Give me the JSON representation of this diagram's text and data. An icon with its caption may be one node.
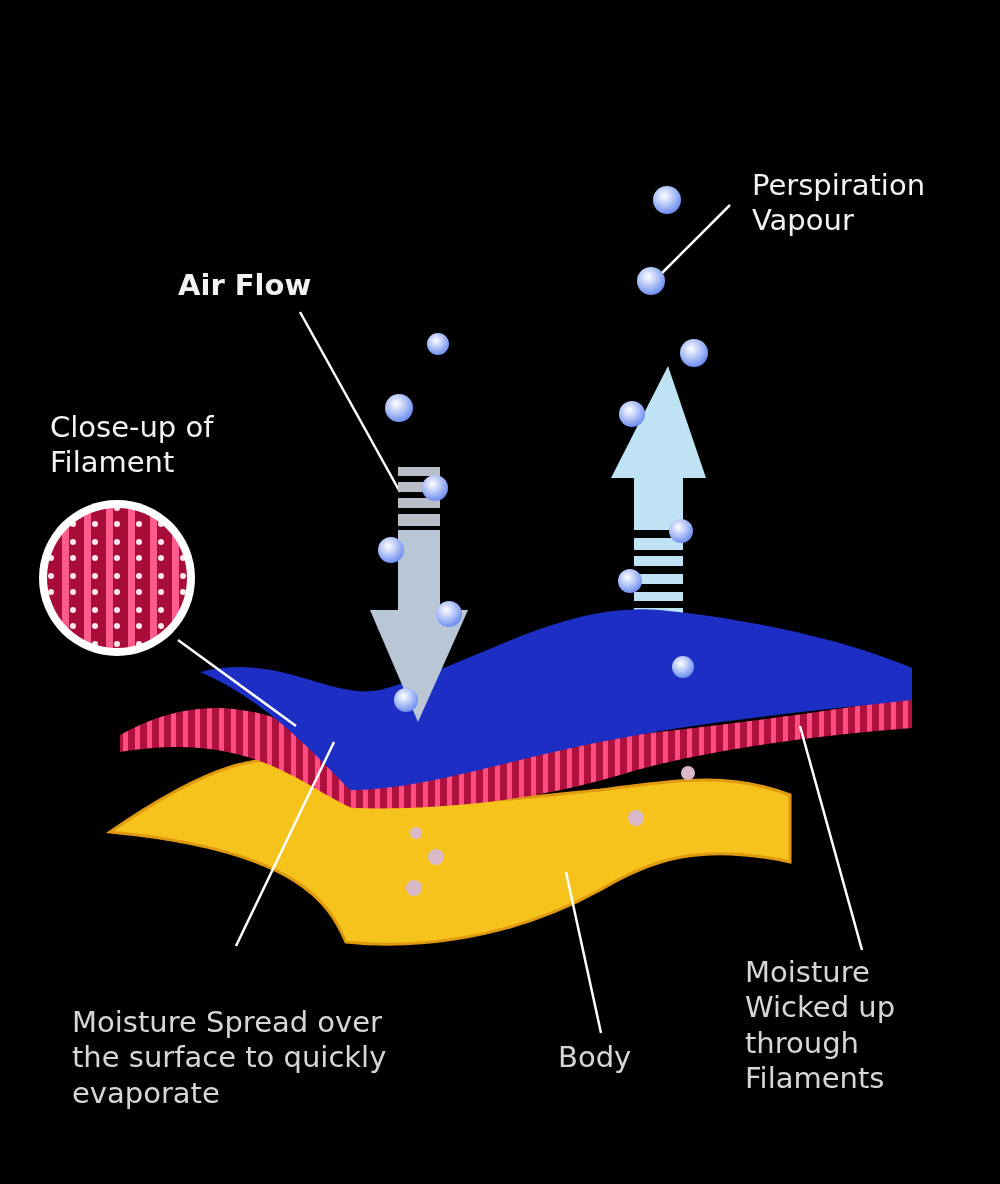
{
  "diagram": {
    "nodes": [
      {
        "text": [
          "Air Flow"
        ]
      },
      {
        "text": [],
        "shape": "arrow"
      },
      {
        "text": [
          "Perspiration Vapour"
        ]
      },
      {
        "text": [],
        "shape": "circle"
      },
      {
        "text": [
          "Close-up of Filament"
        ]
      },
      {
        "text": [],
        "shape": "band"
      },
      {
        "text": [],
        "shape": "band"
      },
      {
        "text": [],
        "shape": "band"
      },
      {
        "text": [
          "Moisture Spread over the surface to quickly evaporate"
        ]
      },
      {
        "text": [
          "Body"
        ]
      },
      {
        "text": [
          "Moisture Wicked up through Filaments"
        ]
      }
    ],
    "edges": [
      {
        "from": 0,
        "to": 1,
        "arrow": "none"
      },
      {
        "from": 2,
        "to": 3,
        "arrow": "none"
      },
      {
        "from": 4,
        "to": 6,
        "arrow": "none"
      },
      {
        "from": 8,
        "to": 5,
        "arrow": "none"
      },
      {
        "from": 9,
        "to": 7,
        "arrow": "none"
      },
      {
        "from": 10,
        "to": 6,
        "arrow": "none"
      }
    ]
  }
}
